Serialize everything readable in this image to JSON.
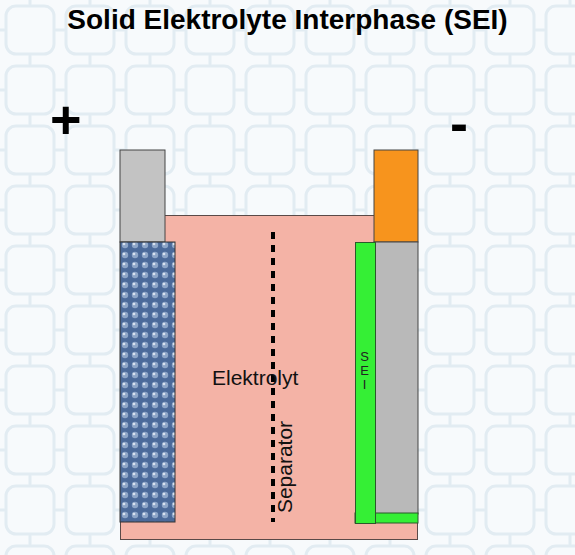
{
  "diagram": {
    "title": "Solid Elektrolyte Interphase (SEI)",
    "nodes": [
      {
        "text": [
          "Elektrolyt"
        ]
      },
      {
        "text": [
          "SEI"
        ],
        "in": 0
      }
    ],
    "labels": [
      "+",
      "-",
      "Separator"
    ]
  }
}
